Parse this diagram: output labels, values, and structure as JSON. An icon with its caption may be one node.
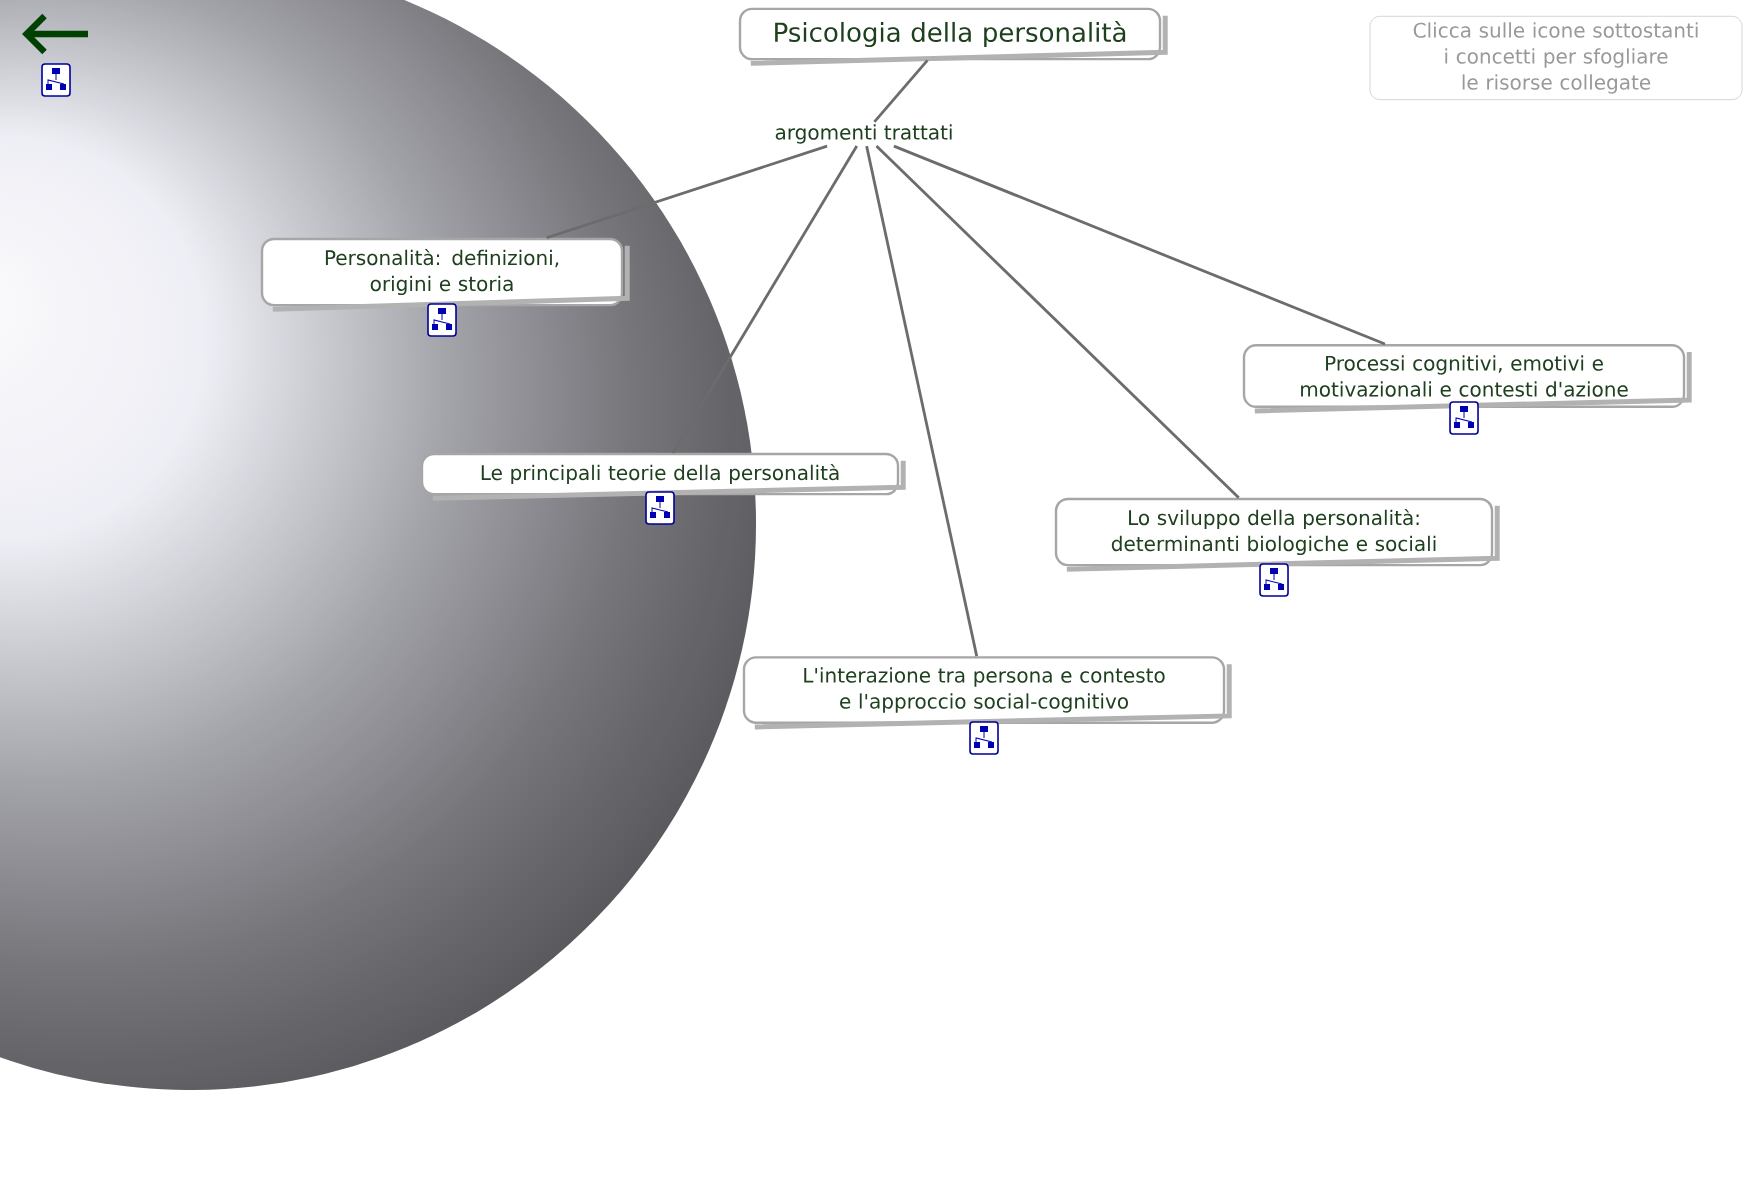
{
  "diagram": {
    "nodes": [
      {
        "text": [
          "Psicologia della personalità"
        ]
      },
      {
        "text": [
          "argomenti trattati"
        ]
      },
      {
        "text": [
          "Personalità: definizioni, origini e storia"
        ]
      },
      {
        "text": [
          "Le principali teorie della personalità"
        ]
      },
      {
        "text": [
          "L'interazione tra persona e contesto e l'approccio social-cognitivo"
        ]
      },
      {
        "text": [
          "Lo sviluppo della personalità: determinanti biologiche e sociali"
        ]
      },
      {
        "text": [
          "Processi cognitivi, emotivi e motivazionali e contesti d'azione"
        ]
      },
      {
        "text": [
          "Clicca sulle icone sottostanti i concetti per sfogliare le risorse collegate"
        ]
      }
    ],
    "edges": [
      {
        "from": 0,
        "to": 1,
        "arrow": "none"
      },
      {
        "from": 1,
        "to": 2,
        "arrow": "none"
      },
      {
        "from": 1,
        "to": 3,
        "arrow": "none"
      },
      {
        "from": 1,
        "to": 4,
        "arrow": "none"
      },
      {
        "from": 1,
        "to": 5,
        "arrow": "none"
      },
      {
        "from": 1,
        "to": 6,
        "arrow": "none"
      }
    ]
  }
}
